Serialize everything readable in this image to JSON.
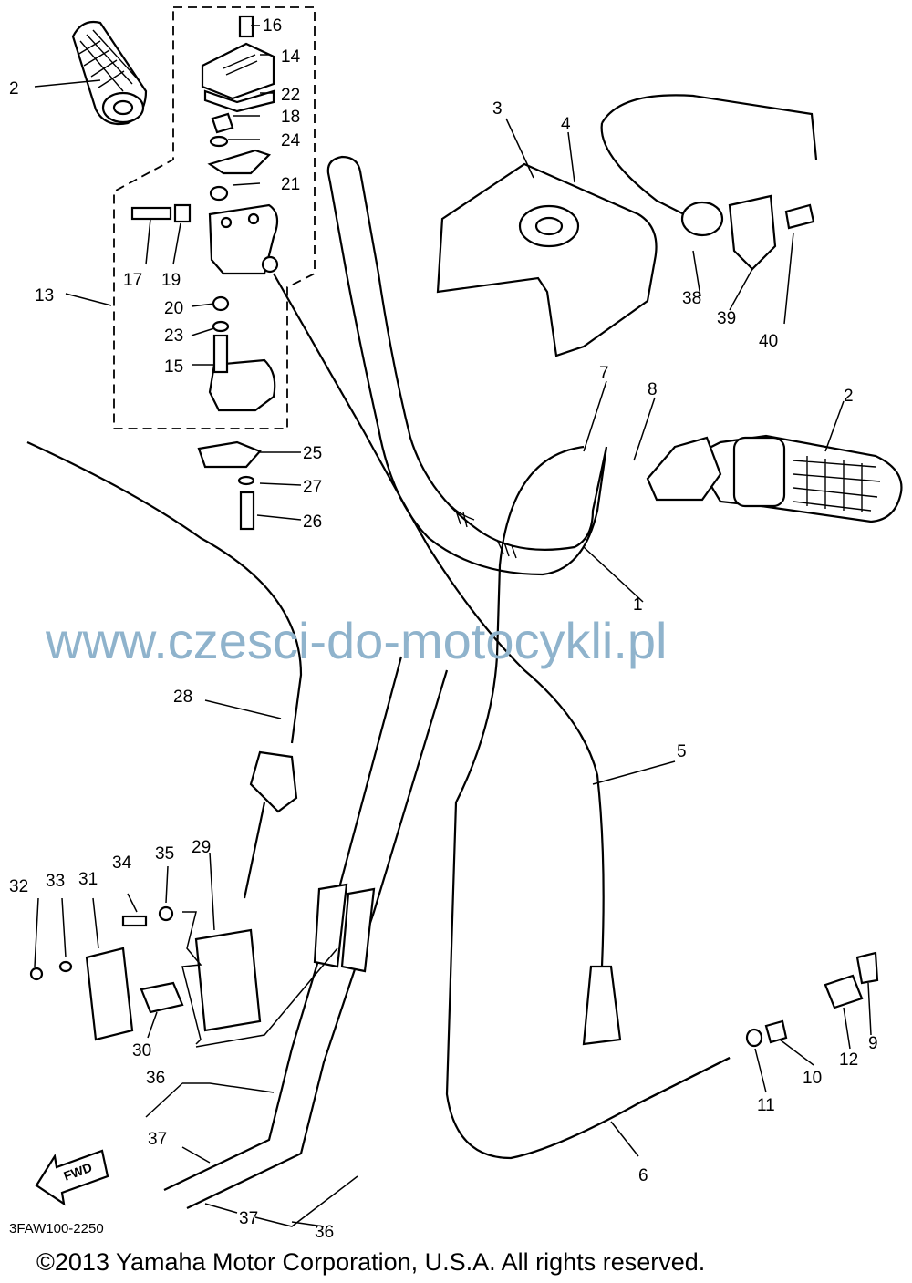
{
  "diagram": {
    "callouts": [
      {
        "id": "c1",
        "label": "1"
      },
      {
        "id": "c2a",
        "label": "2"
      },
      {
        "id": "c2b",
        "label": "2"
      },
      {
        "id": "c3",
        "label": "3"
      },
      {
        "id": "c4",
        "label": "4"
      },
      {
        "id": "c5",
        "label": "5"
      },
      {
        "id": "c6",
        "label": "6"
      },
      {
        "id": "c7",
        "label": "7"
      },
      {
        "id": "c8",
        "label": "8"
      },
      {
        "id": "c9",
        "label": "9"
      },
      {
        "id": "c10",
        "label": "10"
      },
      {
        "id": "c11",
        "label": "11"
      },
      {
        "id": "c12",
        "label": "12"
      },
      {
        "id": "c13",
        "label": "13"
      },
      {
        "id": "c14",
        "label": "14"
      },
      {
        "id": "c15",
        "label": "15"
      },
      {
        "id": "c16",
        "label": "16"
      },
      {
        "id": "c17",
        "label": "17"
      },
      {
        "id": "c18",
        "label": "18"
      },
      {
        "id": "c19",
        "label": "19"
      },
      {
        "id": "c20",
        "label": "20"
      },
      {
        "id": "c21",
        "label": "21"
      },
      {
        "id": "c22",
        "label": "22"
      },
      {
        "id": "c23",
        "label": "23"
      },
      {
        "id": "c24",
        "label": "24"
      },
      {
        "id": "c25",
        "label": "25"
      },
      {
        "id": "c26",
        "label": "26"
      },
      {
        "id": "c27",
        "label": "27"
      },
      {
        "id": "c28",
        "label": "28"
      },
      {
        "id": "c29",
        "label": "29"
      },
      {
        "id": "c30",
        "label": "30"
      },
      {
        "id": "c31",
        "label": "31"
      },
      {
        "id": "c32",
        "label": "32"
      },
      {
        "id": "c33",
        "label": "33"
      },
      {
        "id": "c34",
        "label": "34"
      },
      {
        "id": "c35",
        "label": "35"
      },
      {
        "id": "c36a",
        "label": "36"
      },
      {
        "id": "c36b",
        "label": "36"
      },
      {
        "id": "c37a",
        "label": "37"
      },
      {
        "id": "c37b",
        "label": "37"
      },
      {
        "id": "c38",
        "label": "38"
      },
      {
        "id": "c39",
        "label": "39"
      },
      {
        "id": "c40",
        "label": "40"
      }
    ],
    "watermark": "www.czesci-do-motocykli.pl",
    "diagram_code": "3FAW100-2250",
    "fwd_label": "FWD",
    "copyright": "©2013 Yamaha Motor Corporation, U.S.A. All rights reserved."
  },
  "colors": {
    "line": "#000000",
    "background": "#ffffff",
    "watermark": "#8fb3cc"
  }
}
